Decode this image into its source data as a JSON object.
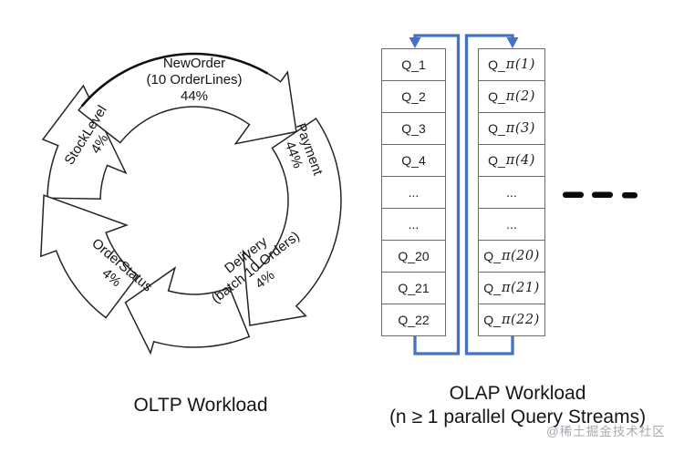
{
  "figure": {
    "oltp": {
      "caption": "OLTP Workload",
      "transactions": [
        {
          "name": "NewOrder",
          "lines": [
            "NewOrder",
            "(10 OrderLines)",
            "44%"
          ]
        },
        {
          "name": "Payment",
          "lines": [
            "Payment",
            "44%"
          ]
        },
        {
          "name": "Delivery",
          "lines": [
            "Delivery",
            "(batch 10 Orders)",
            "4%"
          ]
        },
        {
          "name": "OrderStatus",
          "lines": [
            "OrderStatus",
            "4%"
          ]
        },
        {
          "name": "StockLevel",
          "lines": [
            "StockLevel",
            "4%"
          ]
        }
      ]
    },
    "olap": {
      "caption_line1": "OLAP Workload",
      "caption_line2": "(n ≥ 1 parallel Query Streams)",
      "stream1": [
        "Q_1",
        "Q_2",
        "Q_3",
        "Q_4",
        "...",
        "...",
        "Q_20",
        "Q_21",
        "Q_22"
      ],
      "stream2": [
        "Q_π(1)",
        "Q_π(2)",
        "Q_π(3)",
        "Q_π(4)",
        "...",
        "...",
        "Q_π(20)",
        "Q_π(21)",
        "Q_π(22)"
      ]
    },
    "icons": {
      "loop_arrow": "loop-repeat-down-arrow",
      "more_streams": "dash-ellipsis"
    },
    "watermark": "@稀土掘金技术社区",
    "colors": {
      "loop_arrow_blue": "#4472C4",
      "box_border_gray": "#6b6b6b",
      "line_black": "#242424"
    }
  }
}
